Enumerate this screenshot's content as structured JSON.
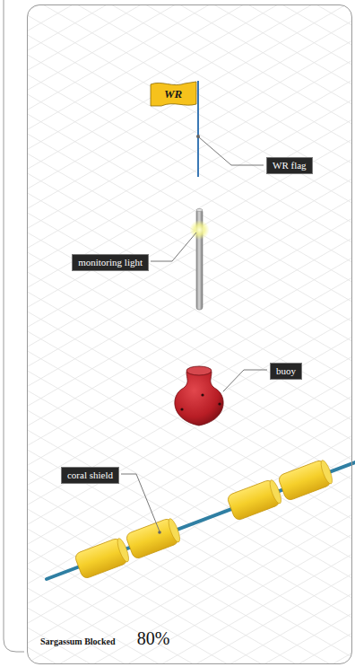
{
  "diagram": {
    "nodes": [
      {
        "text": [
          "Sargassum Blocked",
          "80%"
        ]
      },
      {
        "text": [
          "WR"
        ],
        "in": 0
      },
      {
        "text": [
          "WR flag"
        ],
        "in": 0
      },
      {
        "text": [
          "monitoring light"
        ],
        "in": 0
      },
      {
        "text": [
          "buoy"
        ],
        "in": 0
      },
      {
        "text": [
          "coral shield"
        ],
        "in": 0
      }
    ]
  }
}
